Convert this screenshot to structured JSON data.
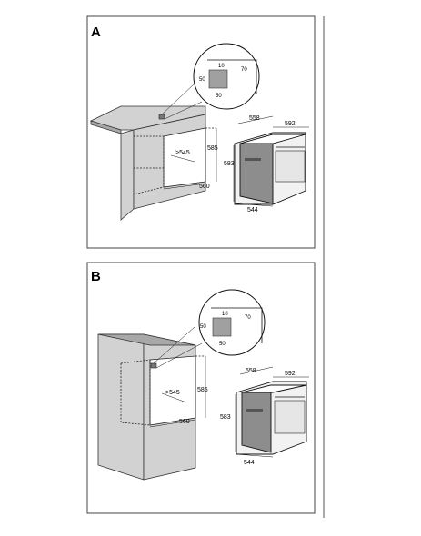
{
  "panels": [
    {
      "label": "A",
      "install": "under-counter",
      "detail": {
        "top": "10",
        "right": "70",
        "left": "50",
        "bottom": "50"
      },
      "niche": {
        "depth": ">545",
        "height": "585",
        "width": "560"
      },
      "oven": {
        "depth": "558",
        "width": "592",
        "height": "583",
        "body_width": "544"
      }
    },
    {
      "label": "B",
      "install": "column",
      "detail": {
        "top": "10",
        "right": "70",
        "left": "50",
        "bottom": "50"
      },
      "niche": {
        "depth": ">545",
        "height": "585",
        "width": "560"
      },
      "oven": {
        "depth": "558",
        "width": "592",
        "height": "583",
        "body_width": "544"
      }
    }
  ]
}
